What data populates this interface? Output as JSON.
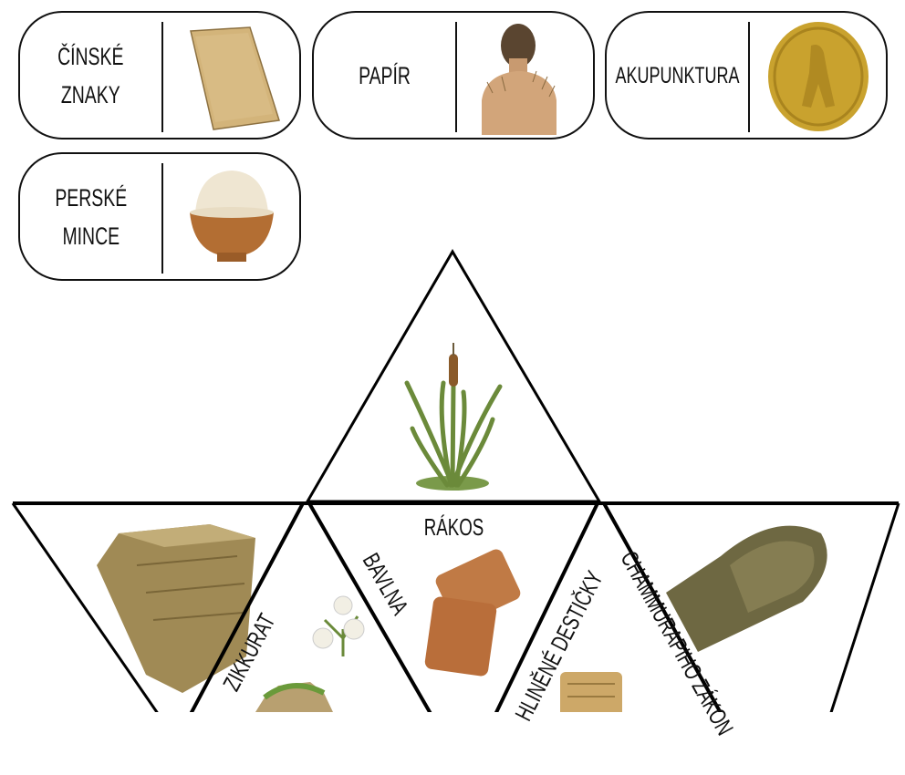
{
  "cards": [
    {
      "label": "ČÍNSKÉ\nZNAKY",
      "image": "papyrus-sheet"
    },
    {
      "label": "PAPÍR",
      "image": "acupuncture-back"
    },
    {
      "label": "AKUPUNKTURA",
      "image": "persian-coin"
    },
    {
      "label": "PERSKÉ\nMINCE",
      "image": "rice-bowl"
    }
  ],
  "triangles": {
    "top_image": "reed-plant",
    "labels": {
      "rakos": "RÁKOS",
      "bavlna": "BAVLNA",
      "zikkurat": "ZIKKURAT",
      "hlinene_desticky": "HLINĚNÉ DESTIČKY",
      "chammurapiho_zakon": "CHAMMURAPIHO ZÁKON"
    },
    "images": [
      "ziggurat",
      "cotton-plant",
      "clay-tablets",
      "hanging-gardens",
      "cuneiform-tablet",
      "hammurabi-stele"
    ]
  }
}
